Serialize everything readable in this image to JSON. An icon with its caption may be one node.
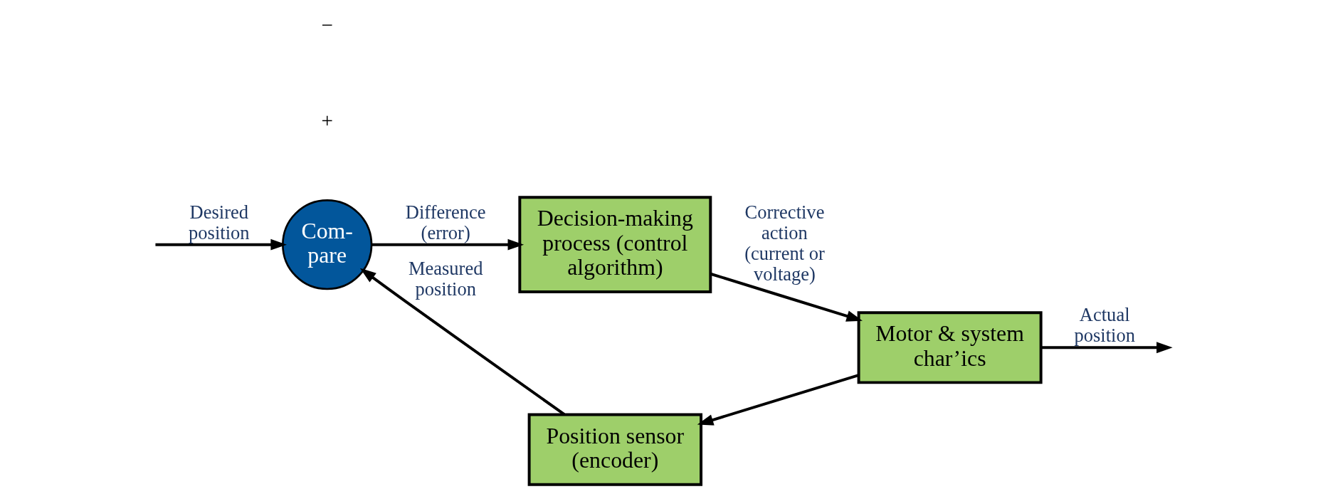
{
  "diagram": {
    "nodes": [
      {
        "text": [
          "Com- pare"
        ]
      },
      {
        "text": [
          "Decision-making process (control algorithm)"
        ]
      },
      {
        "text": [
          "Motor & system char’ics"
        ]
      },
      {
        "text": [
          "Position sensor (encoder)"
        ]
      }
    ],
    "edges": [
      {
        "from": null,
        "to": 0,
        "arrow": "to",
        "label": "Desired position"
      },
      {
        "from": 0,
        "to": 1,
        "arrow": "to",
        "label": "Difference (error)"
      },
      {
        "from": 1,
        "to": 2,
        "arrow": "to",
        "label": "Corrective action (current or voltage)"
      },
      {
        "from": 2,
        "to": null,
        "arrow": "to",
        "label": "Actual position"
      },
      {
        "from": 2,
        "to": 3,
        "arrow": "to"
      },
      {
        "from": 3,
        "to": 0,
        "arrow": "to",
        "label": "Measured position"
      }
    ],
    "labels": [
      "+",
      "−"
    ]
  }
}
